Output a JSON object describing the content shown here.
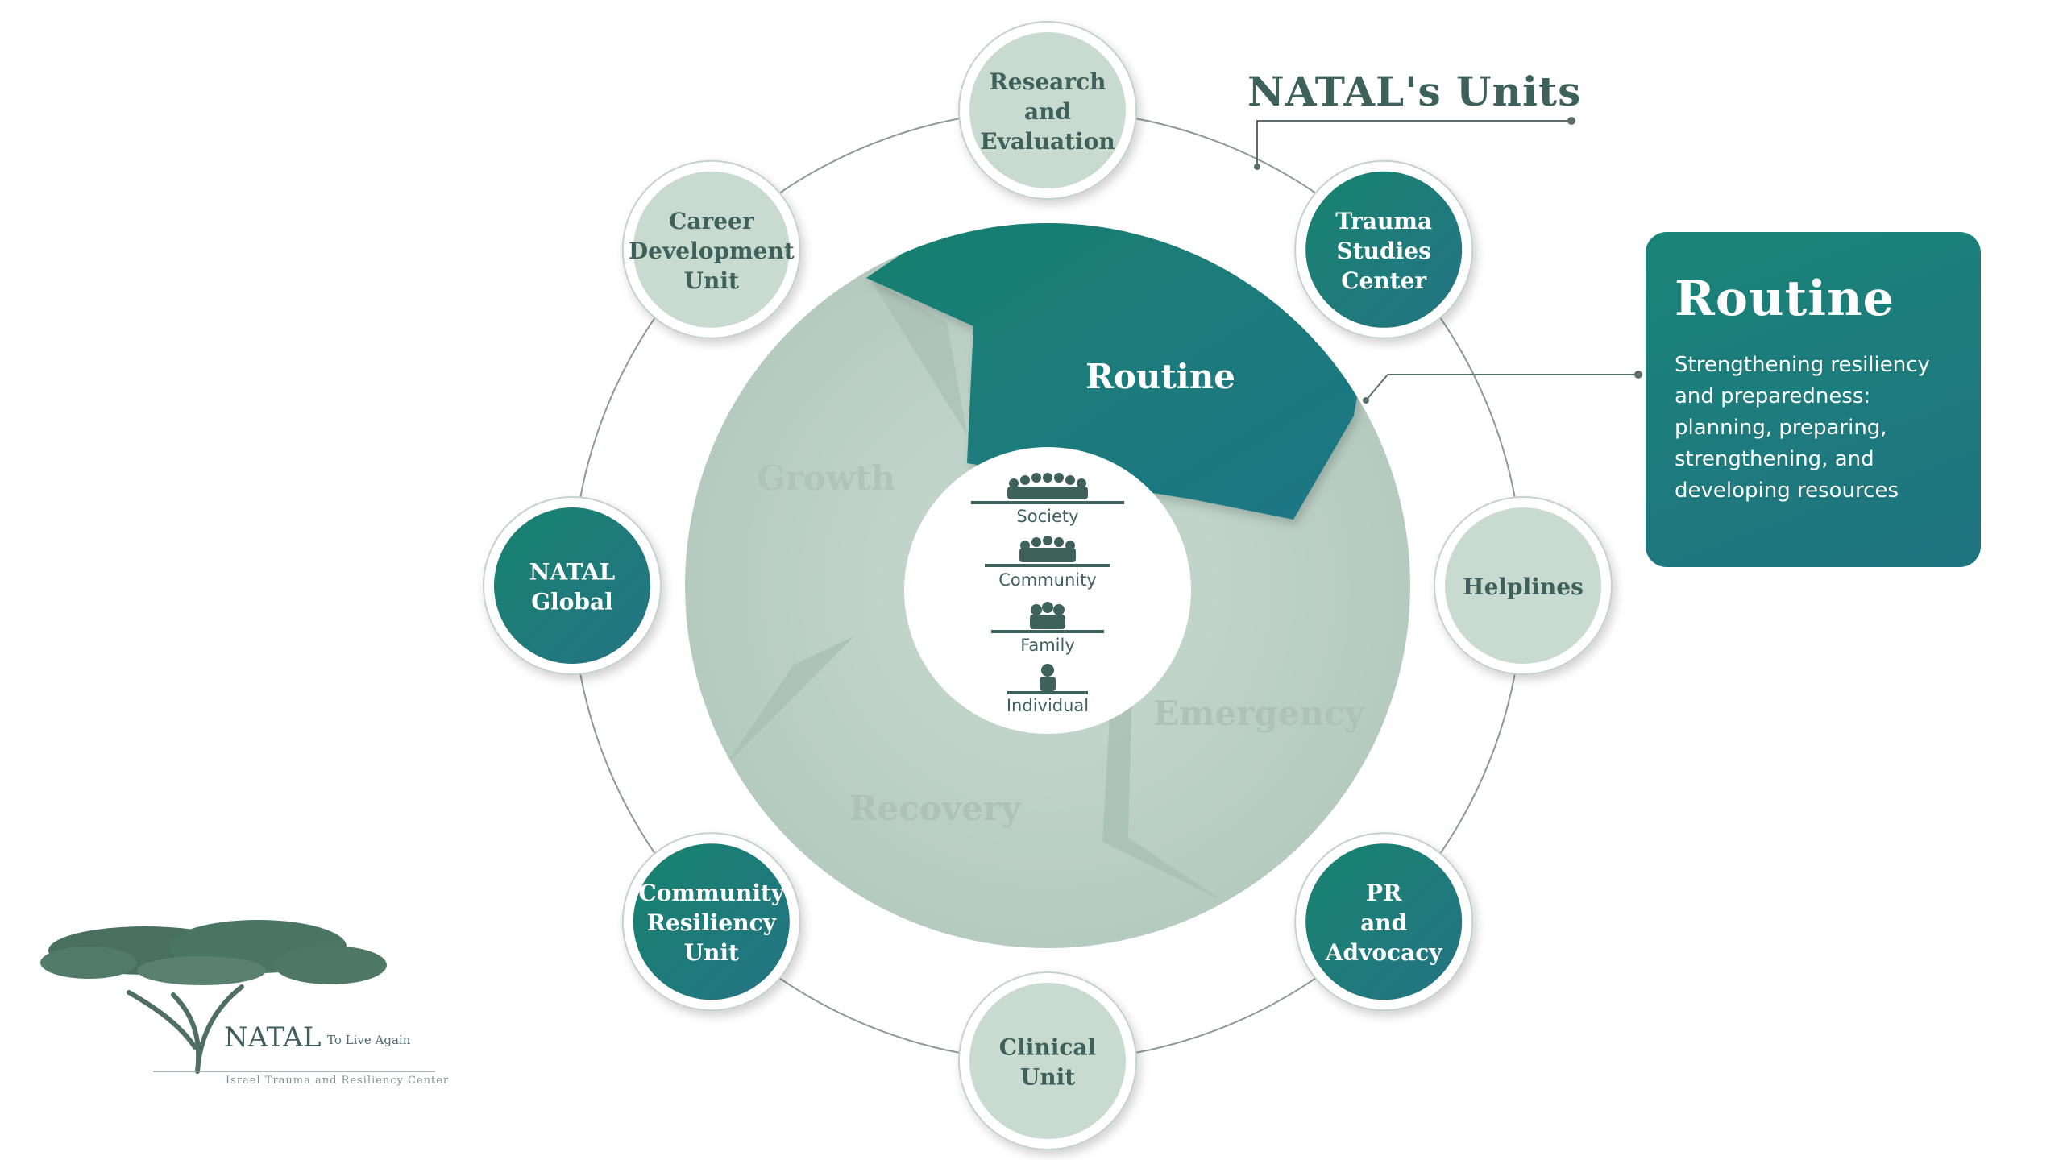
{
  "heading": "NATAL's Units",
  "phases": {
    "routine": "Routine",
    "growth": "Growth",
    "emergency": "Emergency",
    "recovery": "Recovery"
  },
  "levels": [
    "Society",
    "Community",
    "Family",
    "Individual"
  ],
  "units": [
    {
      "lines": [
        "Research",
        "and",
        "Evaluation"
      ],
      "style": "light"
    },
    {
      "lines": [
        "Trauma",
        "Studies",
        "Center"
      ],
      "style": "dark"
    },
    {
      "lines": [
        "Helplines"
      ],
      "style": "light"
    },
    {
      "lines": [
        "PR",
        "and",
        "Advocacy"
      ],
      "style": "dark"
    },
    {
      "lines": [
        "Clinical",
        "Unit"
      ],
      "style": "light"
    },
    {
      "lines": [
        "Community",
        "Resiliency",
        "Unit"
      ],
      "style": "dark"
    },
    {
      "lines": [
        "NATAL",
        "Global"
      ],
      "style": "dark"
    },
    {
      "lines": [
        "Career",
        "Development",
        "Unit"
      ],
      "style": "light"
    }
  ],
  "info_card": {
    "title": "Routine",
    "text": "Strengthening resiliency and preparedness: planning, preparing, strengthening, and developing resources"
  },
  "logo": {
    "name": "NATAL",
    "tagline": "To Live Again",
    "subtitle": "Israel Trauma and Resiliency Center"
  },
  "colors": {
    "dark_teal": "#1e7c7c",
    "light_sage": "#c9dbd1",
    "text_dark": "#3e625a",
    "phase_text": "#b2c6bc"
  }
}
